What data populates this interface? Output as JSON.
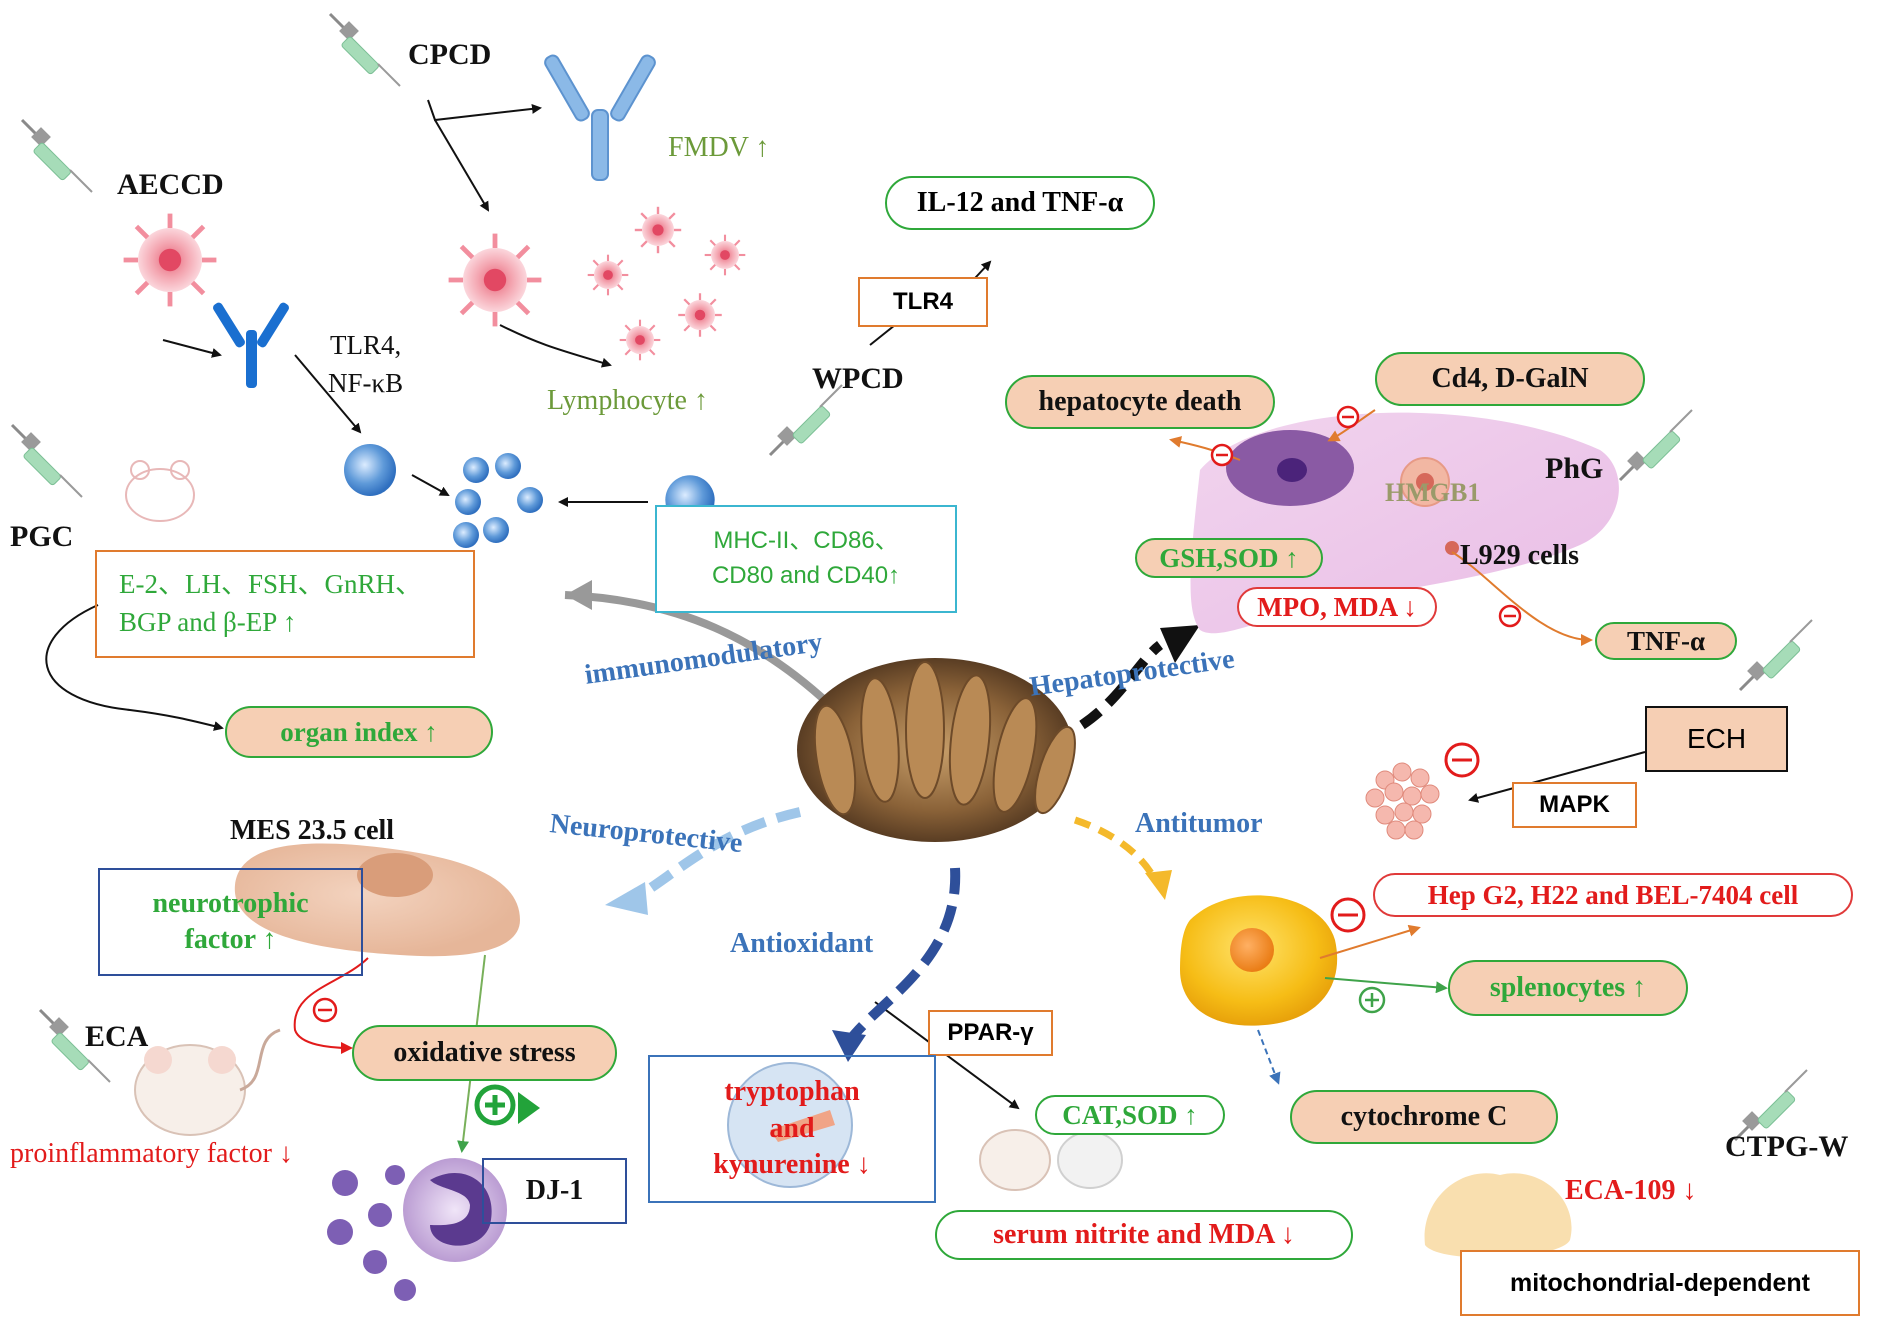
{
  "agents": {
    "cpcd": "CPCD",
    "aeccd": "AECCD",
    "wpcd": "WPCD",
    "pgc": "PGC",
    "phg": "PhG",
    "ech": "ECH",
    "eca": "ECA",
    "ctpg_w": "CTPG-W"
  },
  "categories": {
    "immunomodulatory": "immunomodulatory",
    "hepatoprotective": "Hepatoprotective",
    "neuroprotective": "Neuroprotective",
    "antitumor": "Antitumor",
    "antioxidant": "Antioxidant"
  },
  "immune": {
    "fmdv": "FMDV ↑",
    "lymphocyte": "Lymphocyte ↑",
    "tlr4_nfkb_line1": "TLR4,",
    "tlr4_nfkb_line2": "NF-κB",
    "il12_tnf": "IL-12 and TNF-α",
    "tlr4": "TLR4",
    "mhc_line1": "MHC-II、CD86、",
    "mhc_line2": "CD80 and CD40↑",
    "hormones_line1": "E-2、LH、FSH、GnRH、",
    "hormones_line2": "BGP and β-EP ↑",
    "organ_index": "organ index ↑"
  },
  "liver": {
    "hepatocyte_death": "hepatocyte death",
    "cd4_dgaln": "Cd4, D-GalN",
    "hmgb1": "HMGB1",
    "l929": "L929 cells",
    "gsh_sod": "GSH,SOD ↑",
    "mpo_mda": "MPO, MDA ↓",
    "tnf_alpha": "TNF-α"
  },
  "tumor": {
    "mapk": "MAPK",
    "hep_cells": "Hep G2, H22 and BEL-7404 cell",
    "splenocytes": "splenocytes ↑",
    "cytochrome_c": "cytochrome C",
    "eca109": "ECA-109 ↓",
    "mitochondrial": "mitochondrial-dependent"
  },
  "neuro": {
    "mes_cell": "MES 23.5 cell",
    "neurotrophic_line1": "neurotrophic",
    "neurotrophic_line2": "factor ↑",
    "oxidative_stress": "oxidative  stress",
    "dj1": "DJ-1",
    "proinflammatory": "proinflammatory factor ↓"
  },
  "antioxidant": {
    "ppar": "PPAR-γ",
    "tryptophan_line1": "tryptophan",
    "tryptophan_line2": "and",
    "tryptophan_line3": "kynurenine ↓",
    "cat_sod": "CAT,SOD ↑",
    "serum": "serum nitrite  and MDA ↓"
  },
  "colors": {
    "green": "#2fa83a",
    "red": "#e21b1b",
    "blue": "#3b73b9",
    "pill_fill": "#f6cfb4",
    "cyan_border": "#3bb6d0"
  },
  "icons": {
    "syringe": "syringe-icon",
    "antibody": "antibody-icon",
    "mouse": "mouse-icon"
  }
}
